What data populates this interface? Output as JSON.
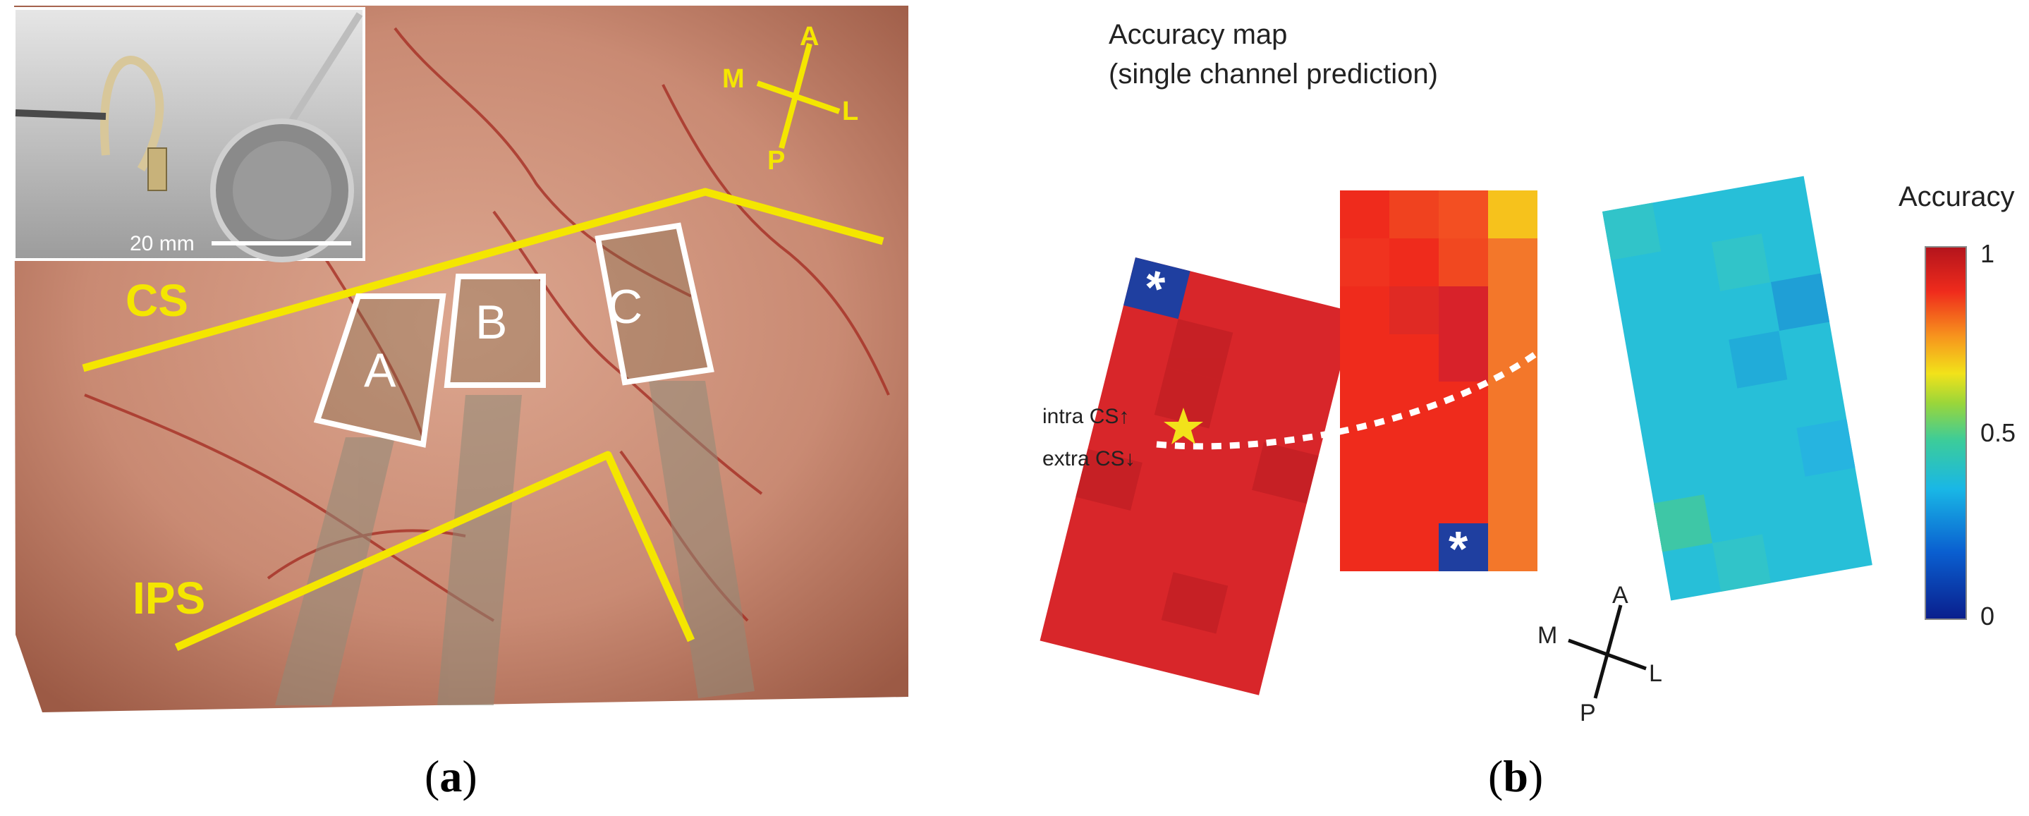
{
  "panel_a": {
    "caption_open": "(",
    "caption_letter": "a",
    "caption_close": ")",
    "inset_scale_label": "20 mm",
    "sulcus_labels": [
      "CS",
      "IPS"
    ],
    "array_labels": [
      "A",
      "B",
      "C"
    ],
    "compass": [
      "A",
      "M",
      "L",
      "P"
    ],
    "colors": {
      "annotation_yellow": "#f4e600",
      "array_box": "#ffffff",
      "tissue": "#c98a73"
    }
  },
  "panel_b": {
    "caption_open": "(",
    "caption_letter": "b",
    "caption_close": ")",
    "title_line1": "Accuracy map",
    "title_line2": "(single channel prediction)",
    "label_intra": "intra CS↑",
    "label_extra": "extra CS↓",
    "marker_asterisk": "*",
    "compass": [
      "A",
      "M",
      "L",
      "P"
    ],
    "colorbar": {
      "title": "Accuracy",
      "ticks": [
        "1",
        "0.5",
        "0"
      ],
      "colormap": [
        "#0a1e8c",
        "#0a5fd0",
        "#19b7e6",
        "#3ccc9a",
        "#9ad63a",
        "#f2e21a",
        "#f7941d",
        "#ef2b1c",
        "#b3141c"
      ]
    },
    "colors": {
      "highlight_cell": "#1f3fa0",
      "star": "#f2e21a",
      "boundary_line": "#ffffff"
    }
  }
}
